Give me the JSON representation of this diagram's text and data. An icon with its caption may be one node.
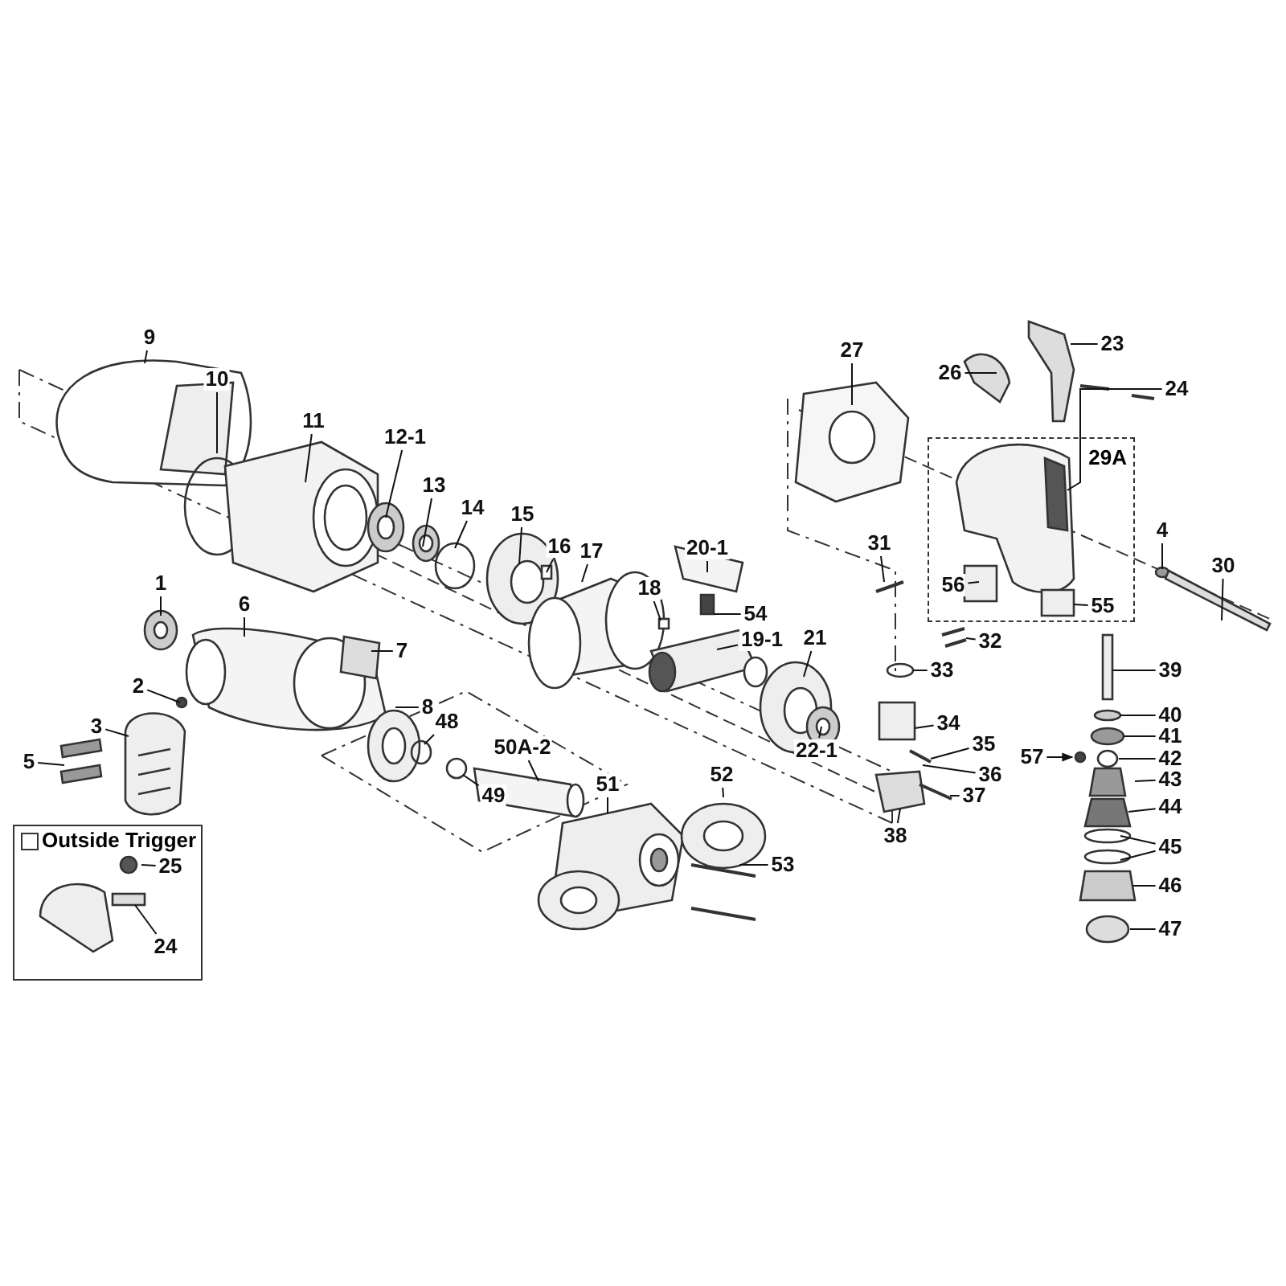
{
  "diagram": {
    "nodes": [
      {
        "text": [
          "9"
        ]
      },
      {
        "text": [
          "10"
        ]
      },
      {
        "text": [
          "11"
        ]
      },
      {
        "text": [
          "12-1"
        ]
      },
      {
        "text": [
          "13"
        ]
      },
      {
        "text": [
          "14"
        ]
      },
      {
        "text": [
          "15"
        ]
      },
      {
        "text": [
          "16"
        ]
      },
      {
        "text": [
          "17"
        ]
      },
      {
        "text": [
          "20-1"
        ]
      },
      {
        "text": [
          "18"
        ]
      },
      {
        "text": [
          "54"
        ]
      },
      {
        "text": [
          "19-1"
        ]
      },
      {
        "text": [
          "21"
        ]
      },
      {
        "text": [
          "22-1"
        ]
      },
      {
        "text": [
          "1"
        ]
      },
      {
        "text": [
          "6"
        ]
      },
      {
        "text": [
          "7"
        ]
      },
      {
        "text": [
          "2"
        ]
      },
      {
        "text": [
          "3"
        ]
      },
      {
        "text": [
          "5"
        ]
      },
      {
        "text": [
          "8"
        ]
      },
      {
        "text": [
          "50A-2"
        ]
      },
      {
        "text": [
          "48"
        ]
      },
      {
        "text": [
          "49"
        ]
      },
      {
        "text": [
          "51"
        ]
      },
      {
        "text": [
          "52"
        ]
      },
      {
        "text": [
          "53"
        ]
      },
      {
        "text": [
          "27"
        ]
      },
      {
        "text": [
          "26"
        ]
      },
      {
        "text": [
          "23"
        ]
      },
      {
        "text": [
          "24"
        ]
      },
      {
        "text": [
          "29A"
        ]
      },
      {
        "text": [
          "31"
        ]
      },
      {
        "text": [
          "4"
        ]
      },
      {
        "text": [
          "30"
        ]
      },
      {
        "text": [
          "56"
        ],
        "in": 32
      },
      {
        "text": [
          "55"
        ],
        "in": 32
      },
      {
        "text": [
          "32"
        ]
      },
      {
        "text": [
          "39"
        ]
      },
      {
        "text": [
          "33"
        ]
      },
      {
        "text": [
          "40"
        ]
      },
      {
        "text": [
          "34"
        ]
      },
      {
        "text": [
          "41"
        ]
      },
      {
        "text": [
          "35"
        ]
      },
      {
        "text": [
          "57"
        ]
      },
      {
        "text": [
          "36"
        ]
      },
      {
        "text": [
          "42"
        ]
      },
      {
        "text": [
          "43"
        ]
      },
      {
        "text": [
          "44"
        ]
      },
      {
        "text": [
          "37"
        ]
      },
      {
        "text": [
          "38"
        ]
      },
      {
        "text": [
          "45"
        ]
      },
      {
        "text": [
          "46"
        ]
      },
      {
        "text": [
          "47"
        ]
      },
      {
        "text": [
          "Outside Trigger"
        ]
      },
      {
        "text": [
          "25"
        ],
        "in": 55
      },
      {
        "text": [
          "24"
        ],
        "in": 55
      }
    ],
    "edges": [
      {
        "from": 0,
        "to": null,
        "arrow": "none"
      },
      {
        "from": 1,
        "to": null,
        "arrow": "none"
      },
      {
        "from": 2,
        "to": null,
        "arrow": "none"
      },
      {
        "from": 3,
        "to": null,
        "arrow": "none"
      },
      {
        "from": 4,
        "to": null,
        "arrow": "none"
      },
      {
        "from": 5,
        "to": null,
        "arrow": "none"
      },
      {
        "from": 6,
        "to": null,
        "arrow": "none"
      },
      {
        "from": 7,
        "to": null,
        "arrow": "none"
      },
      {
        "from": 8,
        "to": null,
        "arrow": "none"
      },
      {
        "from": 9,
        "to": null,
        "arrow": "none"
      },
      {
        "from": 10,
        "to": null,
        "arrow": "none"
      },
      {
        "from": 11,
        "to": null,
        "arrow": "none"
      },
      {
        "from": 12,
        "to": null,
        "arrow": "none"
      },
      {
        "from": 13,
        "to": null,
        "arrow": "none"
      },
      {
        "from": 14,
        "to": null,
        "arrow": "none"
      },
      {
        "from": 15,
        "to": null,
        "arrow": "none"
      },
      {
        "from": 16,
        "to": null,
        "arrow": "none"
      },
      {
        "from": 17,
        "to": null,
        "arrow": "none"
      },
      {
        "from": 18,
        "to": null,
        "arrow": "none"
      },
      {
        "from": 19,
        "to": null,
        "arrow": "none"
      },
      {
        "from": 20,
        "to": null,
        "arrow": "none"
      },
      {
        "from": 21,
        "to": null,
        "arrow": "none"
      },
      {
        "from": 22,
        "to": null,
        "arrow": "none"
      },
      {
        "from": 23,
        "to": null,
        "arrow": "none"
      },
      {
        "from": 24,
        "to": null,
        "arrow": "none"
      },
      {
        "from": 25,
        "to": null,
        "arrow": "none"
      },
      {
        "from": 26,
        "to": null,
        "arrow": "none"
      },
      {
        "from": 27,
        "to": null,
        "arrow": "none"
      },
      {
        "from": 28,
        "to": null,
        "arrow": "none"
      },
      {
        "from": 29,
        "to": null,
        "arrow": "none"
      },
      {
        "from": 30,
        "to": null,
        "arrow": "none"
      },
      {
        "from": 31,
        "to": null,
        "arrow": "none"
      },
      {
        "from": 33,
        "to": null,
        "arrow": "none"
      },
      {
        "from": 34,
        "to": null,
        "arrow": "none"
      },
      {
        "from": 35,
        "to": null,
        "arrow": "none"
      },
      {
        "from": 36,
        "to": null,
        "arrow": "none"
      },
      {
        "from": 37,
        "to": null,
        "arrow": "none"
      },
      {
        "from": 38,
        "to": null,
        "arrow": "none"
      },
      {
        "from": 39,
        "to": null,
        "arrow": "none"
      },
      {
        "from": 40,
        "to": null,
        "arrow": "none"
      },
      {
        "from": 41,
        "to": null,
        "arrow": "none"
      },
      {
        "from": 42,
        "to": null,
        "arrow": "none"
      },
      {
        "from": 43,
        "to": null,
        "arrow": "none"
      },
      {
        "from": 44,
        "to": null,
        "arrow": "none"
      },
      {
        "from": 45,
        "to": null,
        "arrow": "to"
      },
      {
        "from": 46,
        "to": null,
        "arrow": "none"
      },
      {
        "from": 47,
        "to": null,
        "arrow": "none"
      },
      {
        "from": 48,
        "to": null,
        "arrow": "none"
      },
      {
        "from": 49,
        "to": null,
        "arrow": "none"
      },
      {
        "from": 50,
        "to": null,
        "arrow": "none"
      },
      {
        "from": 51,
        "to": null,
        "arrow": "none"
      },
      {
        "from": 52,
        "to": null,
        "arrow": "none"
      },
      {
        "from": 52,
        "to": null,
        "arrow": "none"
      },
      {
        "from": 53,
        "to": null,
        "arrow": "none"
      },
      {
        "from": 54,
        "to": null,
        "arrow": "none"
      },
      {
        "from": 56,
        "to": null,
        "arrow": "none"
      },
      {
        "from": 57,
        "to": null,
        "arrow": "none"
      }
    ]
  }
}
